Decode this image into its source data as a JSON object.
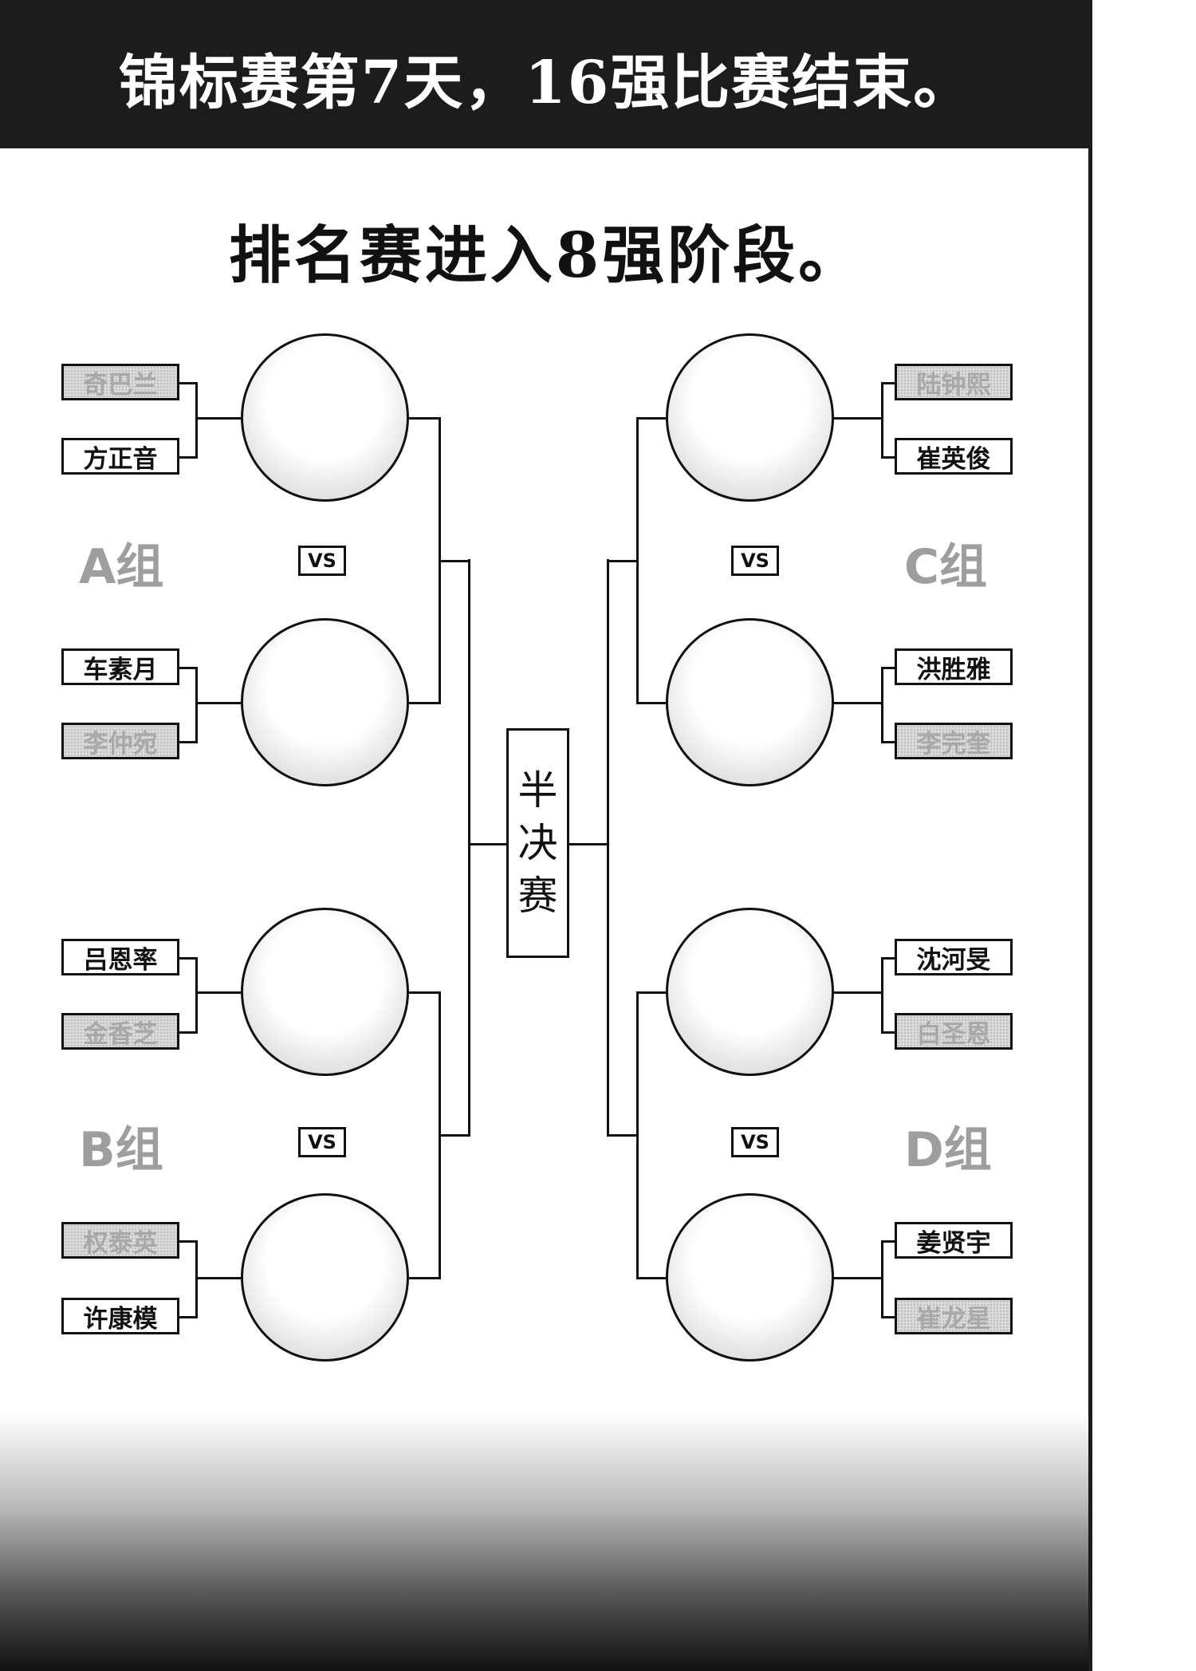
{
  "header": {
    "title": "锦标赛第7天，16强比赛结束。"
  },
  "subtitle": "排名赛进入8强阶段。",
  "semifinal_label": [
    "半",
    "决",
    "赛"
  ],
  "vs_label": "VS",
  "groups": [
    {
      "label": "A组",
      "matches": [
        {
          "players": [
            {
              "name": "奇巴兰",
              "advanced": false
            },
            {
              "name": "方正音",
              "advanced": true
            }
          ]
        },
        {
          "players": [
            {
              "name": "车素月",
              "advanced": true
            },
            {
              "name": "李仲宛",
              "advanced": false
            }
          ]
        }
      ]
    },
    {
      "label": "B组",
      "matches": [
        {
          "players": [
            {
              "name": "吕恩率",
              "advanced": true
            },
            {
              "name": "金香芝",
              "advanced": false
            }
          ]
        },
        {
          "players": [
            {
              "name": "权泰英",
              "advanced": false
            },
            {
              "name": "许康模",
              "advanced": true
            }
          ]
        }
      ]
    },
    {
      "label": "C组",
      "matches": [
        {
          "players": [
            {
              "name": "陆钟熙",
              "advanced": false
            },
            {
              "name": "崔英俊",
              "advanced": true
            }
          ]
        },
        {
          "players": [
            {
              "name": "洪胜雅",
              "advanced": true
            },
            {
              "name": "李完奎",
              "advanced": false
            }
          ]
        }
      ]
    },
    {
      "label": "D组",
      "matches": [
        {
          "players": [
            {
              "name": "沈河旻",
              "advanced": true
            },
            {
              "name": "白圣恩",
              "advanced": false
            }
          ]
        },
        {
          "players": [
            {
              "name": "姜贤宇",
              "advanced": true
            },
            {
              "name": "崔龙星",
              "advanced": false
            }
          ]
        }
      ]
    }
  ],
  "colors": {
    "header_bg": "#1c1c1c",
    "eliminated_text": "#a8a8a8",
    "group_label": "#9e9e9e"
  }
}
